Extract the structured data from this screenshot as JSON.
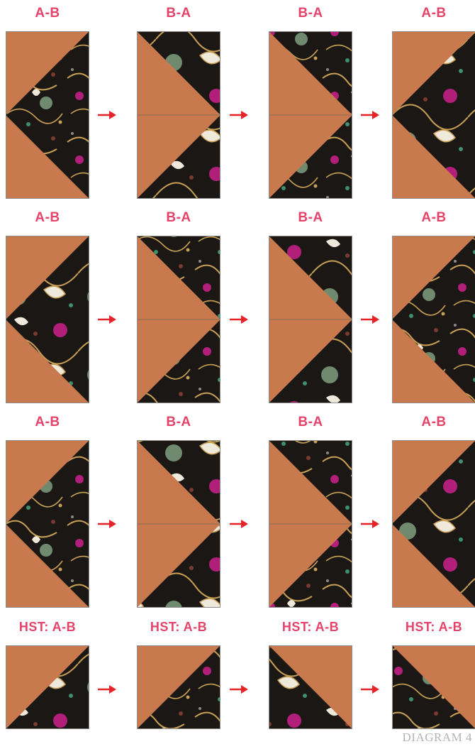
{
  "colors": {
    "fabric_a": "#c8794e",
    "fabric_b": "#1b1715",
    "label": "#e5436a",
    "arrow": "#e62326",
    "caption": "#b4b4b4"
  },
  "rows": [
    {
      "labels": [
        "A-B",
        "B-A",
        "B-A",
        "A-B"
      ],
      "blocks": [
        {
          "type": "flying-geese-right",
          "print": "floral-cream-magenta-green"
        },
        {
          "type": "flying-geese-left",
          "print": "floral-magenta-gold"
        },
        {
          "type": "flying-geese-left",
          "print": "floral-cream-gold"
        },
        {
          "type": "flying-geese-right",
          "print": "floral-cream-green"
        }
      ]
    },
    {
      "labels": [
        "A-B",
        "B-A",
        "B-A",
        "A-B"
      ],
      "blocks": [
        {
          "type": "flying-geese-right",
          "print": "floral-cream-magenta-green"
        },
        {
          "type": "flying-geese-left",
          "print": "floral-gold-magenta-green"
        },
        {
          "type": "flying-geese-left",
          "print": "floral-magenta-cream"
        },
        {
          "type": "flying-geese-right",
          "print": "floral-cream-magenta"
        }
      ]
    },
    {
      "labels": [
        "A-B",
        "B-A",
        "B-A",
        "A-B"
      ],
      "blocks": [
        {
          "type": "flying-geese-right",
          "print": "floral-cream-lily"
        },
        {
          "type": "flying-geese-left",
          "print": "floral-gold-magenta"
        },
        {
          "type": "flying-geese-left",
          "print": "floral-cream-magenta"
        },
        {
          "type": "flying-geese-right",
          "print": "floral-cream-lily"
        }
      ]
    },
    {
      "labels": [
        "HST: A-B",
        "HST: A-B",
        "HST: A-B",
        "HST: A-B"
      ],
      "blocks": [
        {
          "type": "hst-lower-left",
          "print": "floral-green-gold"
        },
        {
          "type": "hst-lower-left",
          "print": "floral-green-gold"
        },
        {
          "type": "hst-upper-right",
          "print": "floral-cream-gold"
        },
        {
          "type": "hst-upper-right",
          "print": "floral-cream-green"
        }
      ]
    }
  ],
  "caption": "DIAGRAM 4"
}
